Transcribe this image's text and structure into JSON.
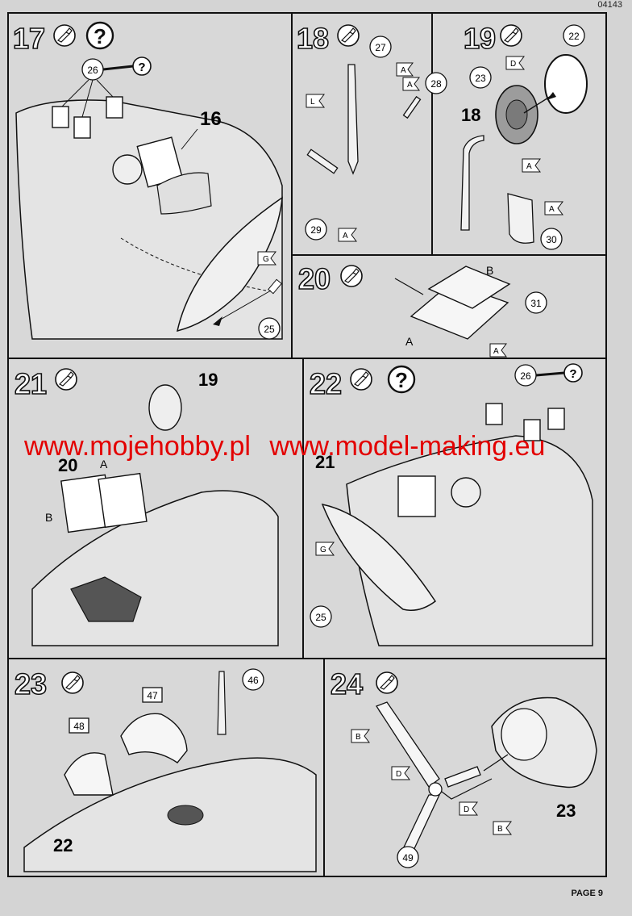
{
  "header": {
    "code": "04143"
  },
  "footer": {
    "page": "PAGE 9"
  },
  "watermark": {
    "left": "www.mojehobby.pl",
    "right": "www.model-making.eu"
  },
  "steps": [
    {
      "number": "17",
      "question": "?",
      "part_labels": [
        "26",
        "16",
        "25"
      ],
      "letter_tags": [
        "G"
      ],
      "question_tag": "?"
    },
    {
      "number": "18",
      "part_labels": [
        "27",
        "28",
        "29"
      ],
      "letter_tags": [
        "A",
        "A",
        "L",
        "A"
      ]
    },
    {
      "number": "19",
      "part_labels": [
        "22",
        "23",
        "18",
        "30"
      ],
      "letter_tags": [
        "D",
        "A",
        "A"
      ]
    },
    {
      "number": "20",
      "part_labels": [
        "31"
      ],
      "letters": [
        "B",
        "A"
      ],
      "letter_tags": [
        "A"
      ]
    },
    {
      "number": "21",
      "part_labels": [
        "19",
        "20"
      ],
      "letters": [
        "A",
        "B"
      ]
    },
    {
      "number": "22",
      "question": "?",
      "part_labels": [
        "26",
        "21",
        "25"
      ],
      "letter_tags": [
        "G"
      ],
      "question_tag": "?"
    },
    {
      "number": "23",
      "part_labels": [
        "47",
        "46",
        "48",
        "22"
      ]
    },
    {
      "number": "24",
      "part_labels": [
        "23",
        "49"
      ],
      "letter_tags": [
        "B",
        "D",
        "D",
        "B"
      ]
    }
  ]
}
